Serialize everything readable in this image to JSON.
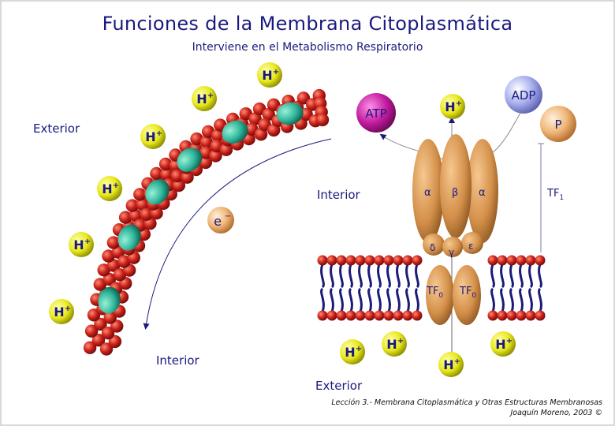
{
  "title": "Funciones de la Membrana Citoplasmática",
  "subtitle": "Interviene en el Metabolismo Respiratorio",
  "labels": {
    "exterior_left": "Exterior",
    "interior_top": "Interior",
    "interior_bottom": "Interior",
    "exterior_bottom": "Exterior"
  },
  "molecules": {
    "proton": "H",
    "proton_sup": "+",
    "electron": "e",
    "electron_sup": "−",
    "atp": "ATP",
    "adp": "ADP",
    "phosphate": "P"
  },
  "atp_synthase": {
    "alpha": "α",
    "beta": "β",
    "gamma": "γ",
    "delta": "δ",
    "epsilon": "ε",
    "tf0": "TF",
    "tf0_sub": "0",
    "tf1": "TF",
    "tf1_sub": "1"
  },
  "footer": {
    "lesson": "Lección 3.- Membrana Citoplasmática y Otras Estructuras Membranosas",
    "author": "Joaquín Moreno, 2003 ©"
  },
  "colors": {
    "text": "#1a1a7e",
    "proton": "#e8e81a",
    "lipid_head": "#c9201a",
    "tail": "#1b1b7a",
    "protein": "#2fb59a",
    "synthase": "#d4904a",
    "atp": "#c21a9e",
    "adp": "#9aa0e6",
    "phosphate": "#f0c08a"
  }
}
